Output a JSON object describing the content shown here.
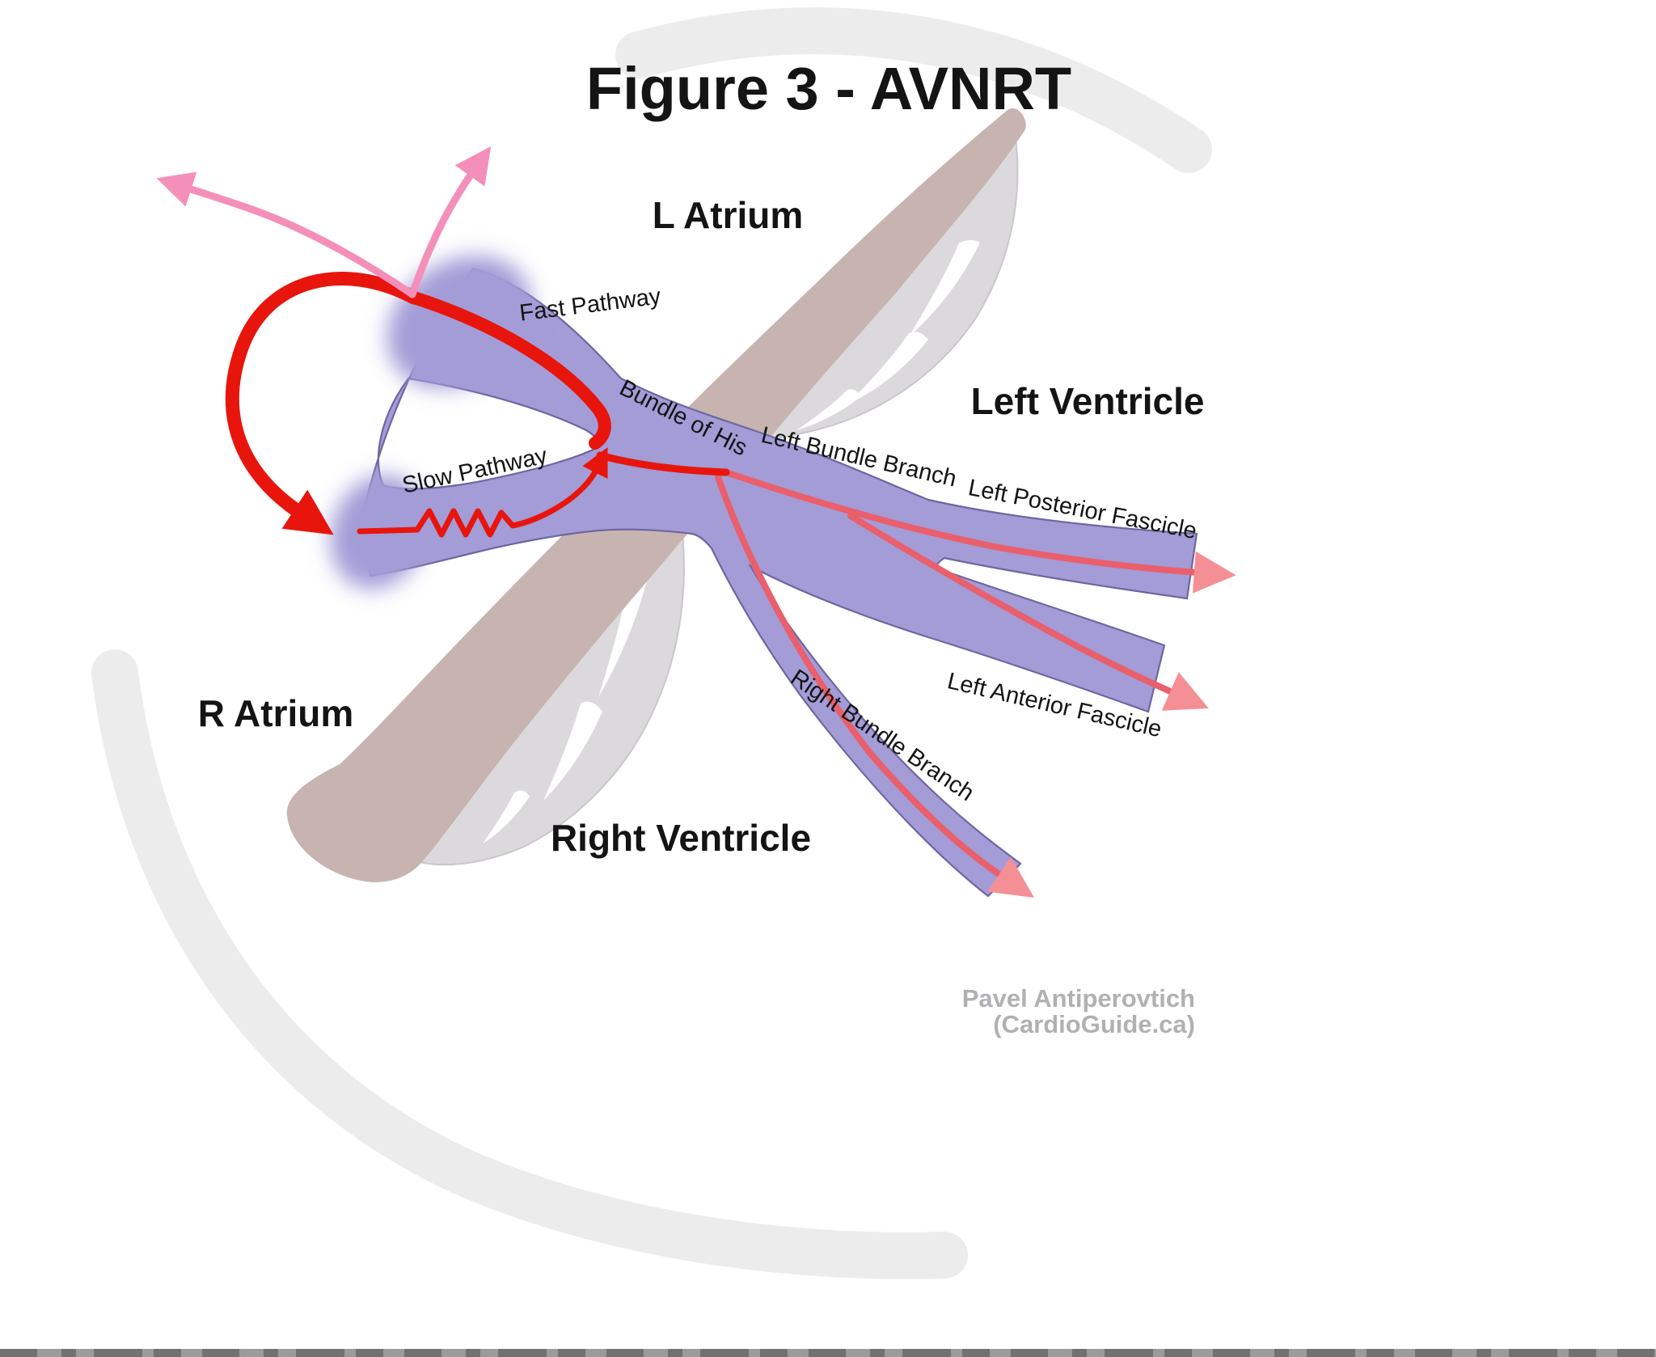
{
  "figure": {
    "title": "Figure 3 - AVNRT"
  },
  "regions": {
    "l_atrium": "L Atrium",
    "r_atrium": "R Atrium",
    "left_ventricle": "Left Ventricle",
    "right_ventricle": "Right Ventricle"
  },
  "conduction_labels": {
    "fast_pathway": "Fast Pathway",
    "slow_pathway": "Slow Pathway",
    "bundle_of_his": "Bundle of His",
    "left_bundle_branch": "Left Bundle Branch",
    "left_posterior_fascicle": "Left Posterior Fascicle",
    "left_anterior_fascicle": "Left Anterior Fascicle",
    "right_bundle_branch": "Right Bundle Branch"
  },
  "attribution": {
    "line1": "Pavel Antiperovtich",
    "line2": "(CardioGuide.ca)"
  },
  "colors": {
    "conduction_purple": "#a39cd7",
    "conduction_edge": "#6e66a2",
    "reentry_red": "#e8150d",
    "impulse_line_salmon": "#e95f6b",
    "impulse_arrow_salmon": "#f58f96",
    "arrow_pink": "#f48fb9",
    "septum_taupe": "#c7b4b1",
    "leaflet_gray": "#dbd9dc",
    "background_arc_gray": "#ececec",
    "attribution_gray": "#b2b0b3",
    "label_black": "#141414"
  }
}
